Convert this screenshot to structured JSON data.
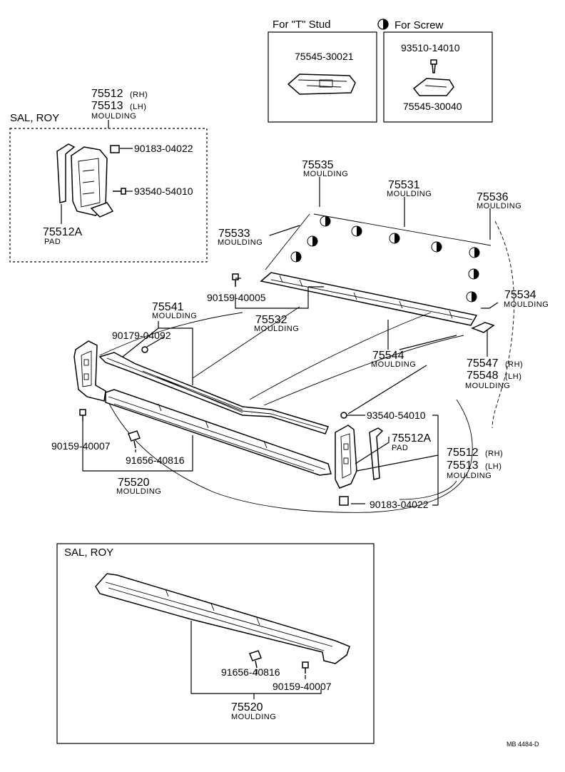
{
  "inset_t_stud": {
    "title": "For \"T\" Stud",
    "part": "75545-30021"
  },
  "inset_screw": {
    "title": "For Screw",
    "part_screw": "93510-14010",
    "part_clip": "75545-30040"
  },
  "sal_roy_upper": {
    "header": "SAL, ROY",
    "top_part_rh": "75512",
    "top_part_rh_tag": "(RH)",
    "top_part_lh": "75513",
    "top_part_lh_tag": "(LH)",
    "top_desc": "MOULDING",
    "nut": "90183-04022",
    "screw": "93540-54010",
    "pad_part": "75512A",
    "pad_desc": "PAD"
  },
  "main": {
    "m75535": "75535",
    "m75535_d": "MOULDING",
    "m75531": "75531",
    "m75531_d": "MOULDING",
    "m75536": "75536",
    "m75536_d": "MOULDING",
    "m75533": "75533",
    "m75533_d": "MOULDING",
    "m90159a": "90159-40005",
    "m75532": "75532",
    "m75532_d": "MOULDING",
    "m75534": "75534",
    "m75534_d": "MOULDING",
    "m75541": "75541",
    "m75541_d": "MOULDING",
    "m90179": "90179-04092",
    "m75544": "75544",
    "m75544_d": "MOULDING",
    "m75547": "75547",
    "m75547_t": "(RH)",
    "m75548": "75548",
    "m75548_t": "(LH)",
    "m75548_d": "MOULDING",
    "m93540": "93540-54010",
    "m75512A": "75512A",
    "m75512A_d": "PAD",
    "m75512": "75512",
    "m75512_t": "(RH)",
    "m75513": "75513",
    "m75513_t": "(LH)",
    "m7551x_d": "MOULDING",
    "m90159b": "90159-40007",
    "m91656": "91656-40816",
    "m75520": "75520",
    "m75520_d": "MOULDING",
    "m90183": "90183-04022"
  },
  "sal_roy_lower": {
    "header": "SAL, ROY",
    "bolt": "91656-40816",
    "screw": "90159-40007",
    "part": "75520",
    "desc": "MOULDING"
  },
  "footer": {
    "code": "MB 4484-D"
  }
}
